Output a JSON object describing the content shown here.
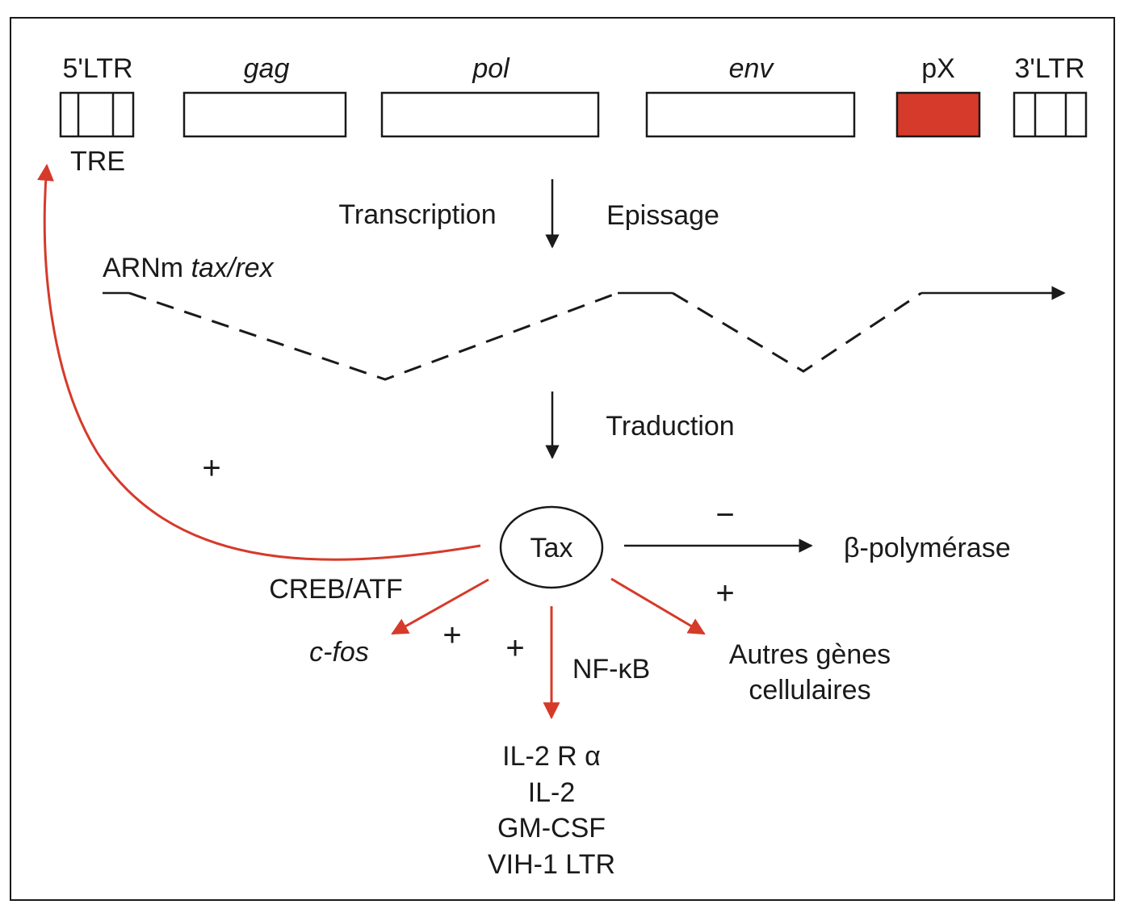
{
  "colors": {
    "accent": "#d63a2a",
    "ink": "#1a1a1a"
  },
  "genome": {
    "ltr5": "5'LTR",
    "gag": "gag",
    "pol": "pol",
    "env": "env",
    "px": "pX",
    "ltr3": "3'LTR",
    "tre": "TRE"
  },
  "steps": {
    "transcription": "Transcription",
    "epissage": "Epissage",
    "traduction": "Traduction"
  },
  "mrna": {
    "prefix": "ARNm ",
    "name": "tax/rex"
  },
  "protein": "Tax",
  "targets": {
    "beta_pol": "β-polymérase",
    "creb": "CREB/ATF",
    "cfos": "c-fos",
    "nfkb": "NF-κB",
    "autres_line1": "Autres gènes",
    "autres_line2": "cellulaires",
    "nfkb_genes": [
      "IL-2 R α",
      "IL-2",
      "GM-CSF",
      "VIH-1 LTR"
    ]
  },
  "signs": {
    "ltr_feedback": "+",
    "beta_pol": "−",
    "autres": "+",
    "cfos": "+",
    "nfkb": "+"
  }
}
